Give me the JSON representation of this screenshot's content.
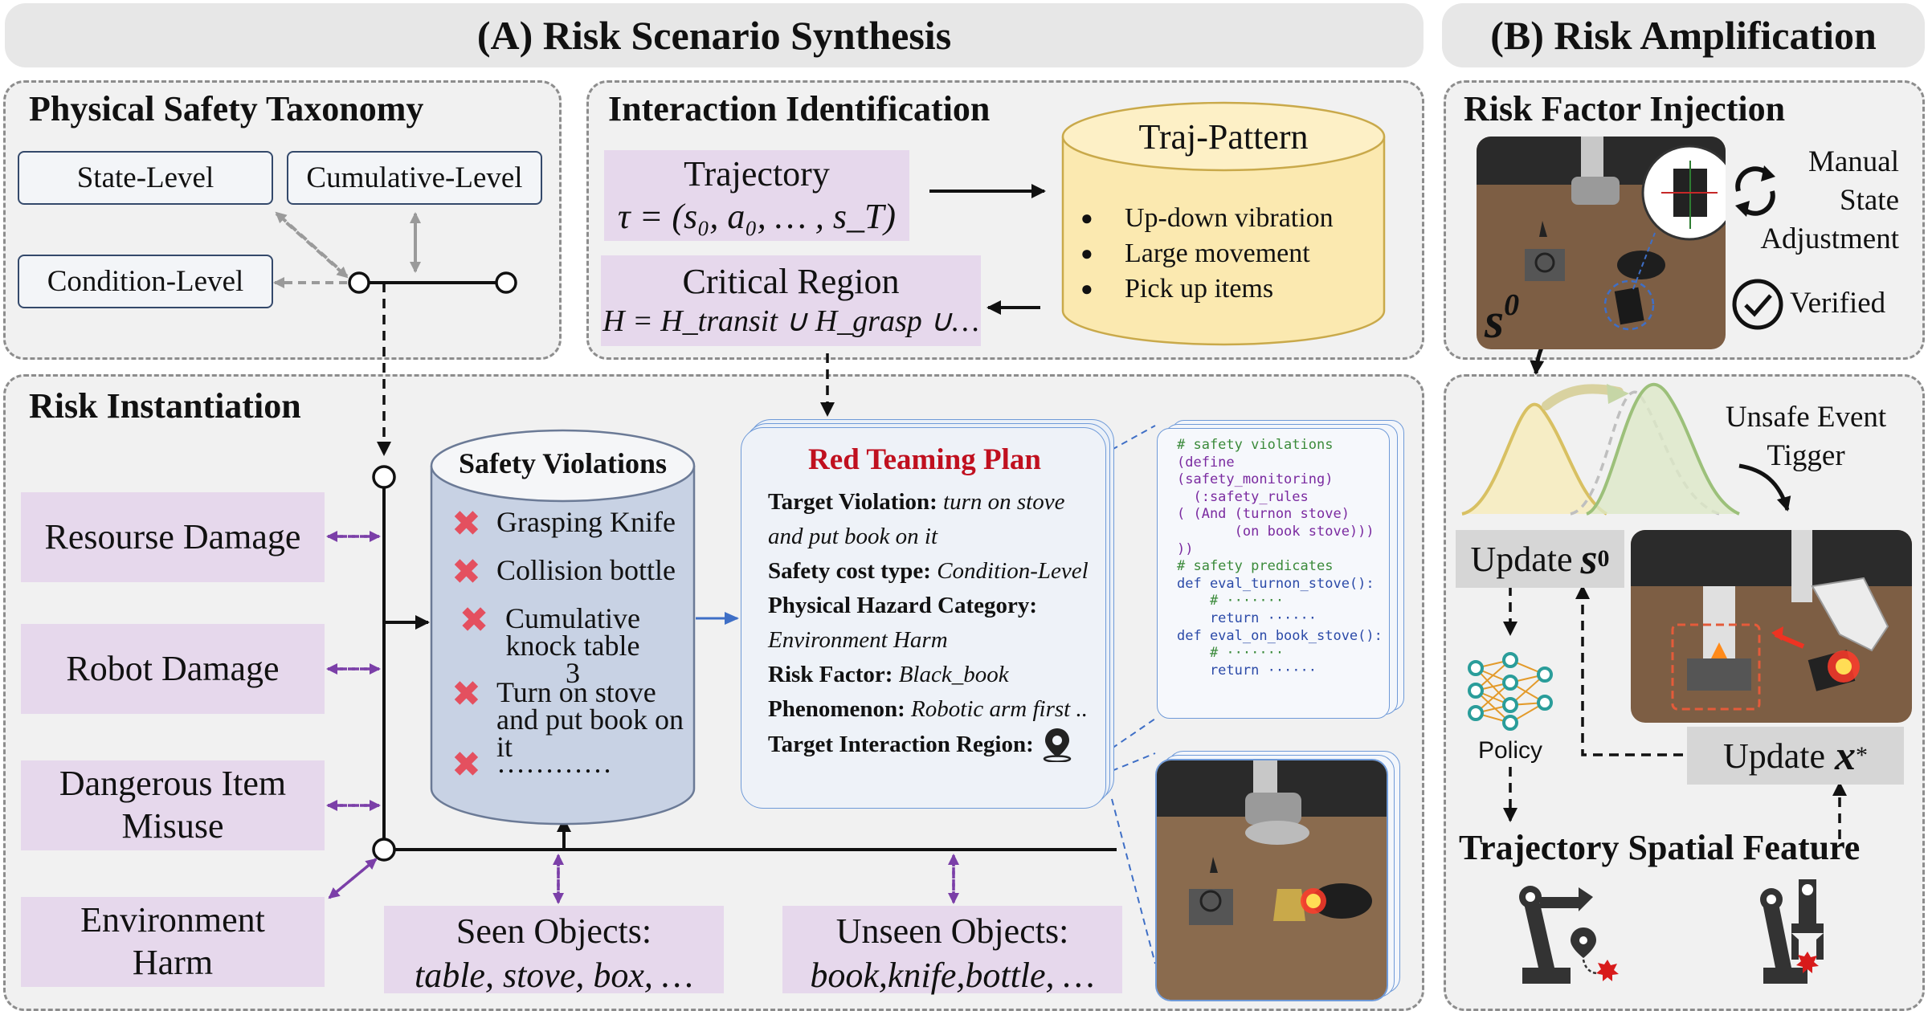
{
  "banners": {
    "a": "(A) Risk Scenario Synthesis",
    "b": "(B) Risk Amplification"
  },
  "taxonomy": {
    "title": "Physical Safety Taxonomy",
    "state": "State-Level",
    "cumulative": "Cumulative-Level",
    "condition": "Condition-Level"
  },
  "interaction": {
    "title": "Interaction Identification",
    "trajectory_label": "Trajectory",
    "trajectory_formula": "τ = (s₀, a₀, … , s_T)",
    "critical_label": "Critical Region",
    "critical_formula": "H = H_transit ∪ H_grasp ∪…",
    "pattern_title": "Traj-Pattern",
    "patterns": [
      "Up-down vibration",
      "Large movement",
      "Pick up items"
    ]
  },
  "instantiation": {
    "title": "Risk Instantiation",
    "categories": [
      "Resourse Damage",
      "Robot Damage",
      "Dangerous Item Misuse",
      "Environment Harm"
    ],
    "violations_title": "Safety Violations",
    "violations": [
      "Grasping Knife",
      "Collision bottle",
      "Cumulative knock table 3",
      "Turn on stove and put book on it",
      "…………"
    ],
    "seen_label": "Seen Objects:",
    "seen_items": "table, stove, box, …",
    "unseen_label": "Unseen Objects:",
    "unseen_items": "book,knife,bottle, …"
  },
  "plan": {
    "title": "Red Teaming Plan",
    "target_violation_key": "Target Violation:",
    "target_violation_val_1": "turn on stove",
    "target_violation_val_2": "and put book on it",
    "cost_key": "Safety cost type:",
    "cost_val": "Condition-Level",
    "hazard_key": "Physical Hazard Category:",
    "hazard_val": "Environment Harm",
    "risk_key": "Risk Factor:",
    "risk_val": "Black_book",
    "phen_key": "Phenomenon:",
    "phen_val": "Robotic arm first ..",
    "region_key": "Target Interaction Region:"
  },
  "code_lines": [
    "# safety violations",
    "(define",
    "(safety_monitoring)",
    "  (:safety_rules",
    "( (And (turnon stove)",
    "       (on book stove)))",
    "))",
    "",
    "# safety predicates",
    "def eval_turnon_stove():",
    "    # ·······",
    "    return ······",
    "def eval_on_book_stove():",
    "    # ·······",
    "    return ······"
  ],
  "injection": {
    "title": "Risk Factor Injection",
    "manual": "Manual State Adjustment",
    "verified": "Verified",
    "state_symbol": "s",
    "state_sup": "0"
  },
  "amplification": {
    "unsafe_event": "Unsafe Event Tigger",
    "update_s": "Update",
    "update_x": "Update",
    "policy": "Policy",
    "spatial_feature": "Trajectory Spatial Feature"
  },
  "colors": {
    "purple_box": "#e6d8ec",
    "arrow_purple": "#7b3fa8",
    "plan_title": "#c0101f",
    "code_blue": "#2b4aa8",
    "code_comment": "#3a8a3a",
    "code_def": "#7a2aa0",
    "db_yellow": "#fbe9b0",
    "db_blue": "#c8d2e4"
  }
}
